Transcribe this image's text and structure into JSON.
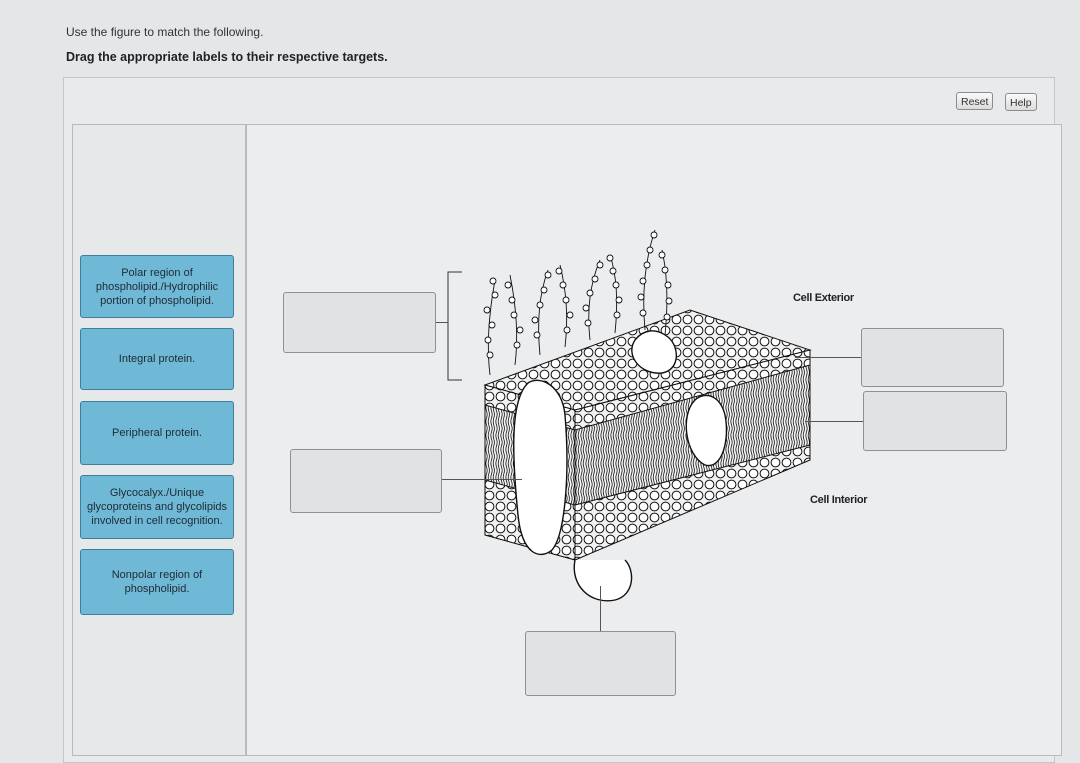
{
  "header": {
    "instruction": "Use the figure to match the following.",
    "task": "Drag the appropriate labels to their respective targets."
  },
  "toolbar": {
    "reset_label": "Reset",
    "help_label": "Help"
  },
  "labels": [
    {
      "text": "Polar region of phospholipid./Hydrophilic portion of phospholipid."
    },
    {
      "text": "Integral protein."
    },
    {
      "text": "Peripheral protein."
    },
    {
      "text": "Glycocalyx./Unique glycoproteins and glycolipids involved in cell recognition."
    },
    {
      "text": "Nonpolar region of phospholipid."
    }
  ],
  "diagram": {
    "cell_exterior": "Cell Exterior",
    "cell_interior": "Cell Interior"
  },
  "colors": {
    "tile_fill": "#6fb9d6",
    "tile_border": "#3d7f9c"
  }
}
